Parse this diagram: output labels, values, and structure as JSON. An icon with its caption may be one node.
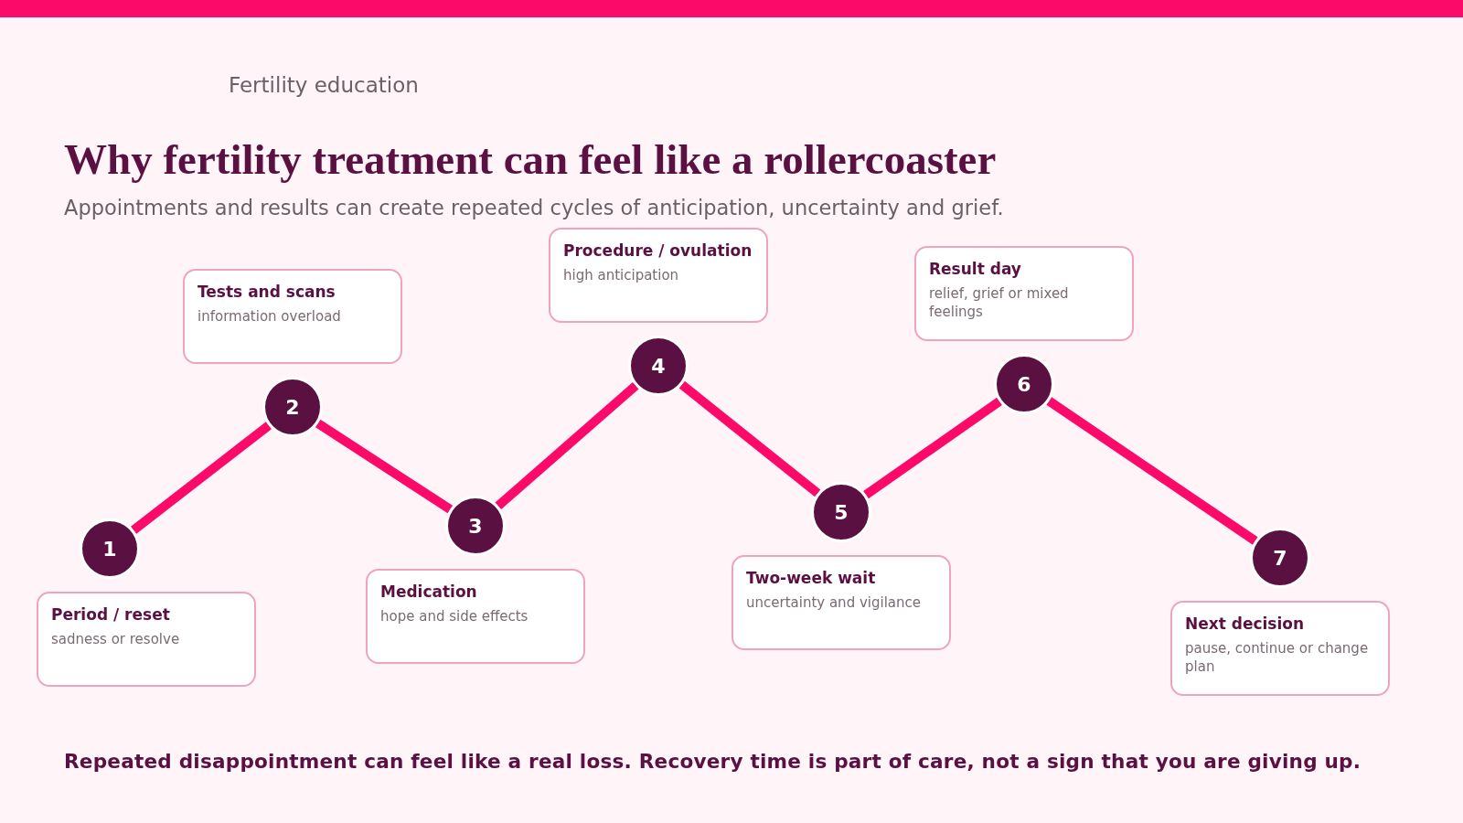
{
  "diagram": {
    "title": "Why fertility treatment can feel like a rollercoaster",
    "nodes": [
      {
        "text": [
          "1"
        ]
      },
      {
        "text": [
          "Period / reset",
          "sadness or resolve"
        ]
      },
      {
        "text": [
          "2"
        ]
      },
      {
        "text": [
          "Tests and scans",
          "information overload"
        ]
      },
      {
        "text": [
          "3"
        ]
      },
      {
        "text": [
          "Medication",
          "hope and side effects"
        ]
      },
      {
        "text": [
          "4"
        ]
      },
      {
        "text": [
          "Procedure / ovulation",
          "high anticipation"
        ]
      },
      {
        "text": [
          "5"
        ]
      },
      {
        "text": [
          "Two-week wait",
          "uncertainty and vigilance"
        ]
      },
      {
        "text": [
          "6"
        ]
      },
      {
        "text": [
          "Result day",
          "relief, grief or mixed feelings"
        ]
      },
      {
        "text": [
          "7"
        ]
      },
      {
        "text": [
          "Next decision",
          "pause, continue or change plan"
        ]
      }
    ],
    "edges": [
      {
        "from": 0,
        "to": 2,
        "arrow": "none"
      },
      {
        "from": 2,
        "to": 4,
        "arrow": "none"
      },
      {
        "from": 4,
        "to": 6,
        "arrow": "none"
      },
      {
        "from": 6,
        "to": 8,
        "arrow": "none"
      },
      {
        "from": 8,
        "to": 10,
        "arrow": "none"
      },
      {
        "from": 10,
        "to": 12,
        "arrow": "none"
      }
    ],
    "labels": [
      "Fertility education",
      "Appointments and results can create repeated cycles of anticipation, uncertainty and grief.",
      "Repeated disappointment can feel like a real loss. Recovery time is part of care, not a sign that you are giving up."
    ]
  }
}
